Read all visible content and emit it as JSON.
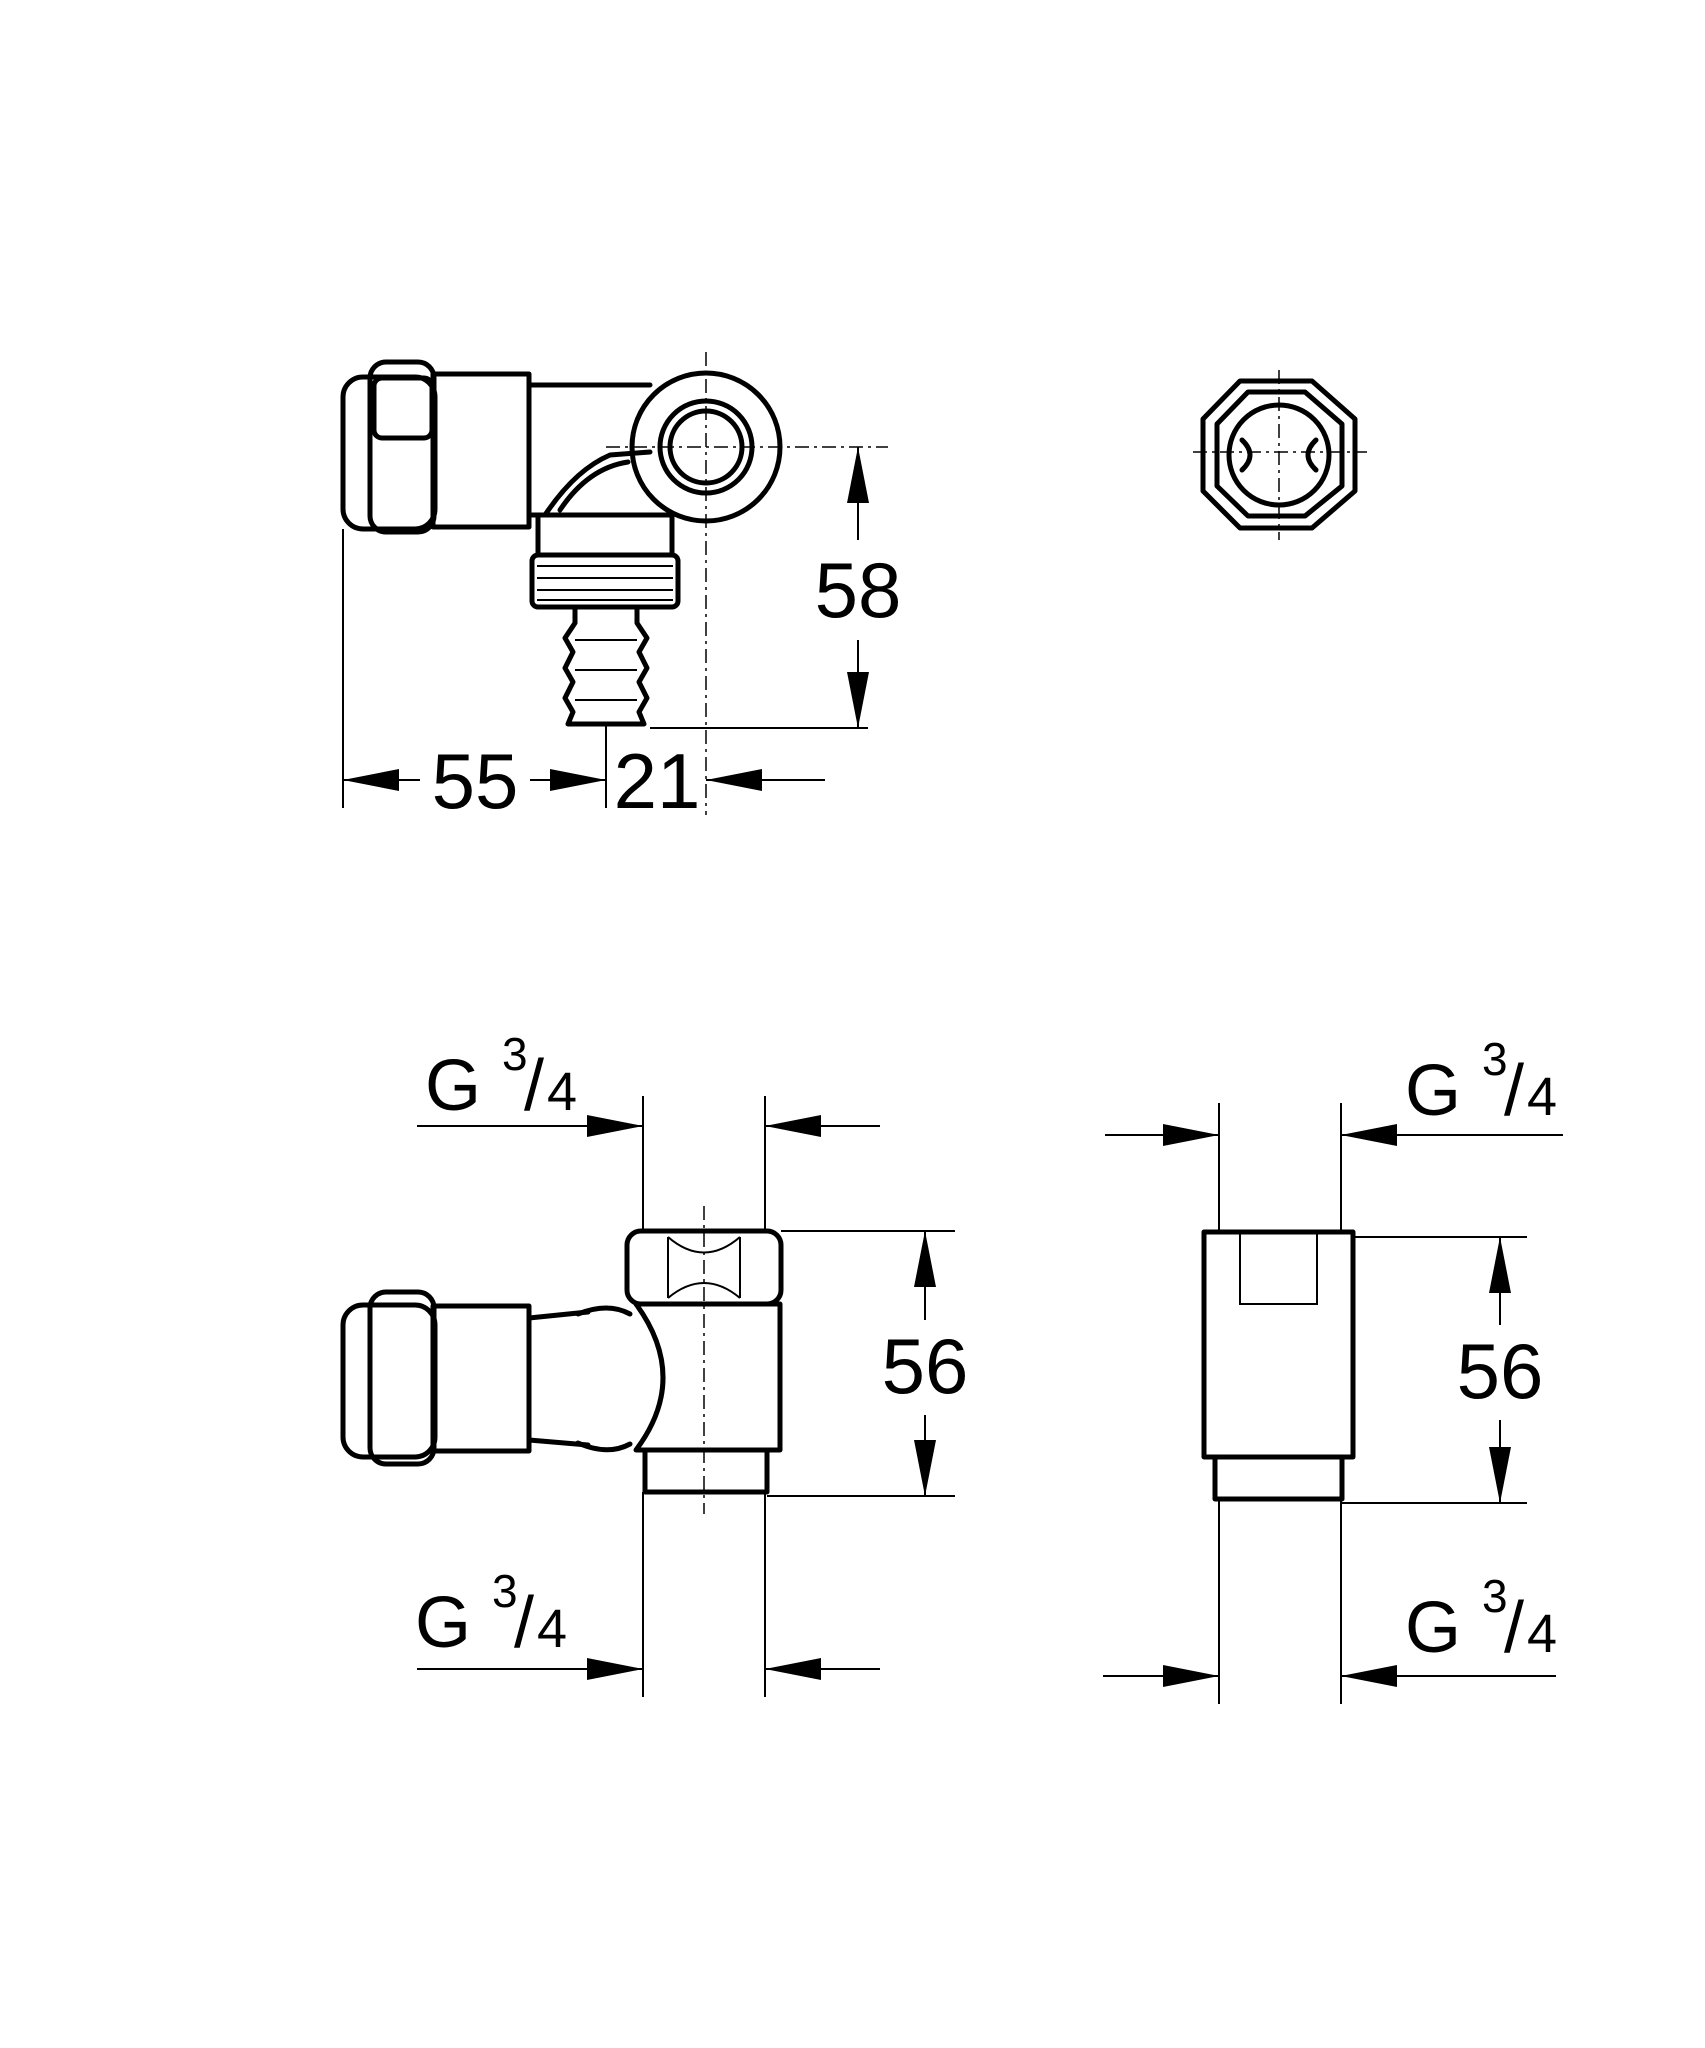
{
  "dimensions": {
    "top_height": "58",
    "top_width_left": "55",
    "top_width_right": "21",
    "front_height": "56",
    "side_height": "56"
  },
  "threads": {
    "prefix": "G",
    "numerator": "3",
    "separator": "/",
    "denominator": "4"
  }
}
